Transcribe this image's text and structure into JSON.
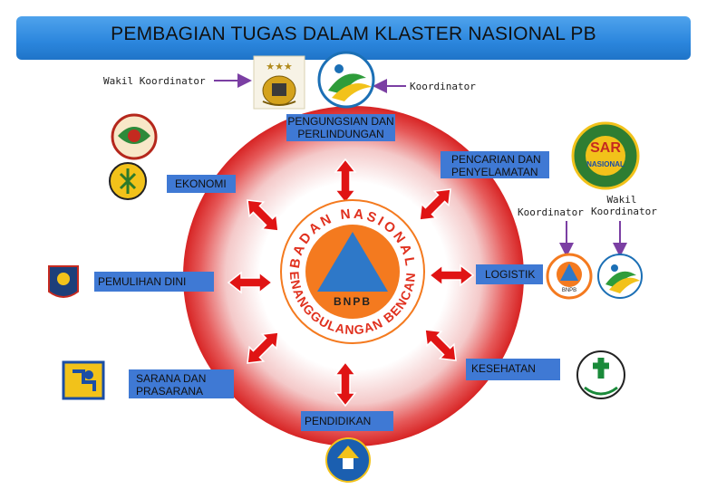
{
  "title": "PEMBAGIAN TUGAS DALAM KLASTER NASIONAL PB",
  "top_roles": {
    "deputy": "Wakil Koordinator",
    "coordinator": "Koordinator"
  },
  "right_roles": {
    "coordinator": "Koordinator",
    "deputy": "Wakil Koordinator"
  },
  "clusters": {
    "protection": "PENGUNGSIAN DAN PERLINDUNGAN",
    "search_rescue": "PENCARIAN DAN PENYELAMATAN",
    "economy": "EKONOMI",
    "early_recovery": "PEMULIHAN DINI",
    "logistics": "LOGISTIK",
    "infrastructure": "SARANA DAN PRASARANA",
    "health": "KESEHATAN",
    "education": "PENDIDIKAN"
  },
  "center_logo": {
    "arc_top": "BADAN NASIONAL",
    "arc_bottom": "PENANGGULANGAN BENCANA",
    "acronym": "BNPB"
  },
  "logos": {
    "sar_top": "SAR",
    "sar_bottom": "NASIONAL",
    "bnpb_small": "BNPB"
  },
  "colors": {
    "banner": "#2b86dd",
    "cluster_box": "#3f79d4",
    "arrow_red": "#e01414",
    "role_arrow": "#7b3fa3",
    "ring": "#e23b3b",
    "center_orange": "#f47a1f",
    "center_triangle": "#2e78c8"
  }
}
